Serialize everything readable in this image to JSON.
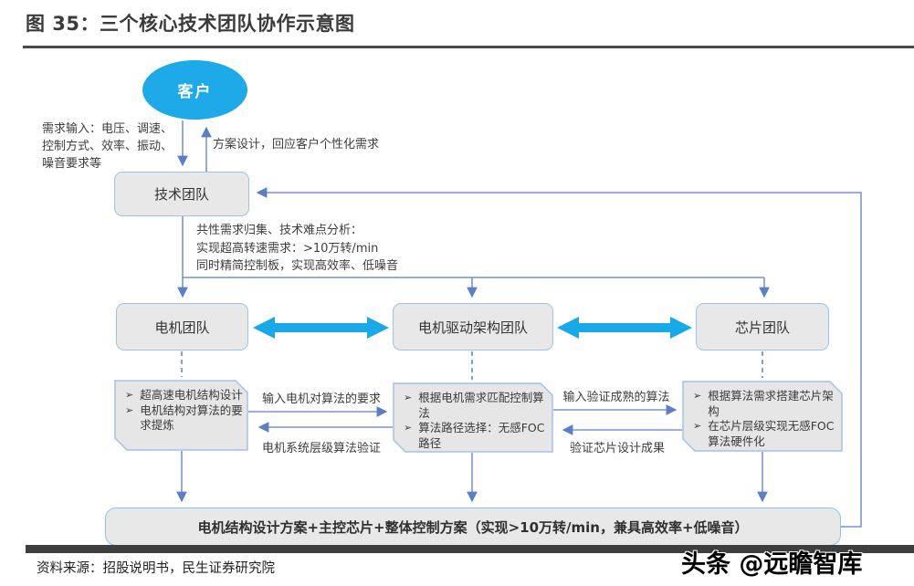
{
  "title": "图 35：三个核心技术团队协作示意图",
  "diagram": {
    "customer": "客户",
    "tech_team": "技术团队",
    "demand_note": "需求输入：电压、调速、\n控制方式、效率、振动、\n噪音要求等",
    "solution_note": "方案设计，回应客户个性化需求",
    "analysis_note": "共性需求归集、技术难点分析：\n实现超高转速需求：>10万转/min\n同时精简控制板，实现高效率、低噪音",
    "teams": [
      {
        "label": "电机团队",
        "details": [
          "超高速电机结构设计",
          "电机结构对算法的要求提炼"
        ]
      },
      {
        "label": "电机驱动架构团队",
        "details": [
          "根据电机需求匹配控制算法",
          "算法路径选择：无感FOC路径"
        ]
      },
      {
        "label": "芯片团队",
        "details": [
          "根据算法需求搭建芯片架构",
          "在芯片层级实现无感FOC算法硬件化"
        ]
      }
    ],
    "bullet_glyph": "➢",
    "flows": {
      "motor_to_drive": "输入电机对算法的要求",
      "drive_to_motor": "电机系统层级算法验证",
      "drive_to_chip": "输入验证成熟的算法",
      "chip_to_drive": "验证芯片设计成果"
    },
    "output": "电机结构设计方案+主控芯片+整体控制方案（实现>10万转/min，兼具高效率+低噪音）",
    "colors": {
      "customer_ellipse": "#1ea9e8",
      "thick_arrow": "#18a9e9",
      "thin_line": "#5b7ec9",
      "box_fill": "#e8e8e8",
      "box_border": "#9dc3e6"
    }
  },
  "footer": {
    "source": "资料来源：招股说明书，民生证券研究院",
    "watermark": "头条 @远瞻智库"
  }
}
